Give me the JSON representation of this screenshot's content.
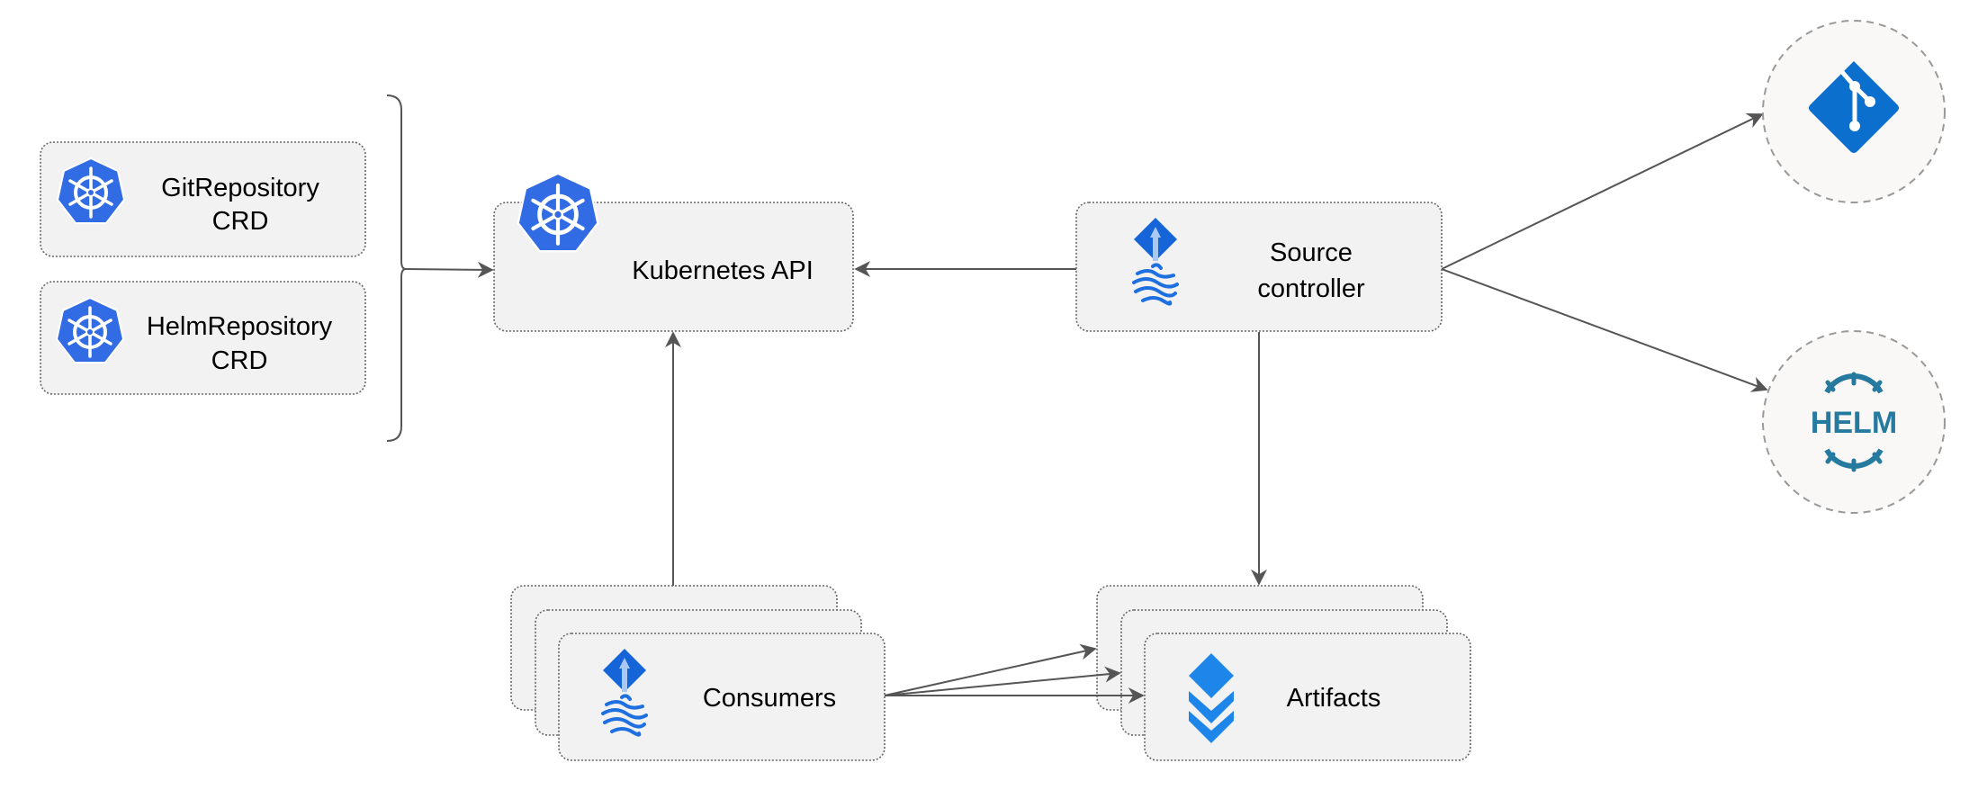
{
  "nodes": {
    "git_repository_crd": {
      "line1": "GitRepository",
      "line2": "CRD",
      "icon": "kubernetes-icon"
    },
    "helm_repository_crd": {
      "line1": "HelmRepository",
      "line2": "CRD",
      "icon": "kubernetes-icon"
    },
    "kubernetes_api": {
      "label": "Kubernetes API",
      "icon": "kubernetes-icon"
    },
    "source_controller": {
      "line1": "Source",
      "line2": "controller",
      "icon": "flux-icon"
    },
    "consumers": {
      "label": "Consumers",
      "icon": "flux-icon"
    },
    "artifacts": {
      "label": "Artifacts",
      "icon": "layers-icon"
    },
    "git": {
      "icon": "git-icon"
    },
    "helm": {
      "icon": "helm-icon",
      "logo_text": "HELM"
    }
  },
  "edges": [
    {
      "from": "crds",
      "to": "kubernetes_api"
    },
    {
      "from": "source_controller",
      "to": "kubernetes_api"
    },
    {
      "from": "consumers",
      "to": "kubernetes_api"
    },
    {
      "from": "source_controller",
      "to": "git"
    },
    {
      "from": "source_controller",
      "to": "helm"
    },
    {
      "from": "source_controller",
      "to": "artifacts"
    },
    {
      "from": "consumers",
      "to": "artifacts"
    }
  ],
  "colors": {
    "kubernetes_blue": "#326ce5",
    "flux_blue": "#1565d8",
    "git_blue": "#0b6fce",
    "helm_teal": "#277a9f",
    "artifact_blue": "#1e86e8",
    "box_fill": "#f2f2f2"
  }
}
